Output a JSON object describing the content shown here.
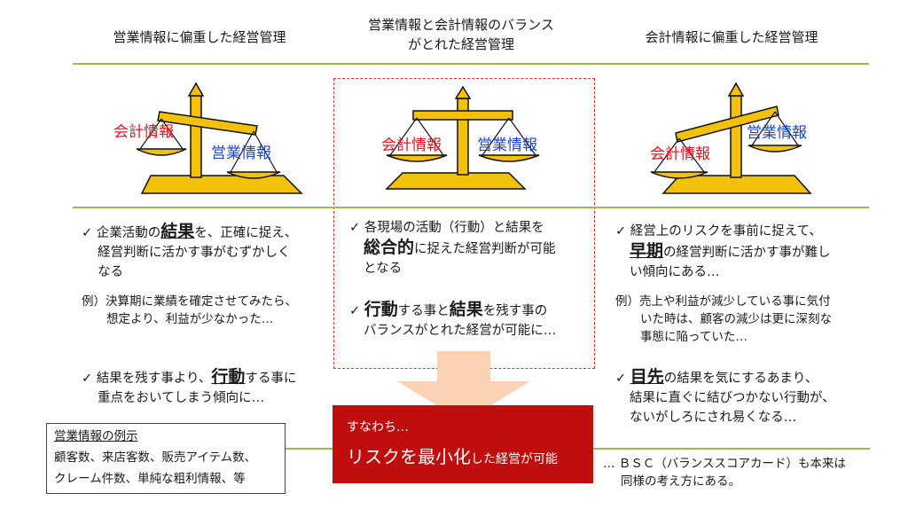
{
  "columns": {
    "left_header": "営業情報に偏重した経営管理",
    "center_header_1": "営業情報と会計情報のバランス",
    "center_header_2": "がとれた経営管理",
    "right_header": "会計情報に偏重した経営管理"
  },
  "scales": {
    "accounting": "会計情報",
    "sales": "営業情報"
  },
  "left": {
    "b1_pre": "企業活動の",
    "b1_big": "結果",
    "b1_post": "を、正確に捉え、",
    "b1_line2": "経営判断に活かす事がむずかしく",
    "b1_line3": "なる",
    "ex_label": "例）",
    "ex_line1": "決算期に業績を確定させてみたら、",
    "ex_line2": "想定より、利益が少なかった…",
    "b2_pre": "結果を残す事より、",
    "b2_big": "行動",
    "b2_post": "する事に",
    "b2_line2": "重点をおいてしまう傾向に…"
  },
  "center": {
    "b1_line1": "各現場の活動（行動）と結果を",
    "b1_big": "総合的",
    "b1_post": "に捉えた経営判断が可能",
    "b1_line3": "となる",
    "b2_big1": "行動",
    "b2_mid": "する事と",
    "b2_big2": "結果",
    "b2_post": "を残す事の",
    "b2_line2": "バランスがとれた経営が可能に…",
    "result_small": "すなわち…",
    "result_big": "リスクを最小化",
    "result_post": "した経営が可能"
  },
  "right": {
    "b1_line1": "経営上のリスクを事前に捉えて、",
    "b1_big": "早期",
    "b1_post": "の経営判断に活かす事が難し",
    "b1_line3": "い傾向にある…",
    "ex_label": "例）",
    "ex_line1": "売上や利益が減少している事に気付",
    "ex_line2": "いた時は、顧客の減少は更に深刻な",
    "ex_line3": "事態に陥っていた…",
    "b2_big": "目先",
    "b2_post": "の結果を気にするあまり、",
    "b2_line2": "結果に直ぐに結びつかない行動が、",
    "b2_line3": "ないがしろにされ易くなる…",
    "note_line1": "… ＢＳＣ（バランススコアカード）も本来は",
    "note_line2": "同様の考え方にある。"
  },
  "examples_box": {
    "title": "営業情報の例示",
    "line1": "顧客数、来店客数、販売アイテム数、",
    "line2": "クレーム件数、単純な粗利情報、等"
  },
  "check_glyph": "✓",
  "colors": {
    "accounting_label": "#e8141c",
    "sales_label": "#1f44c8",
    "scale_gold": "#f2c20a",
    "divider": "#9ab94e",
    "result_box": "#c00d0d",
    "arrow": "#fbd2b4"
  }
}
